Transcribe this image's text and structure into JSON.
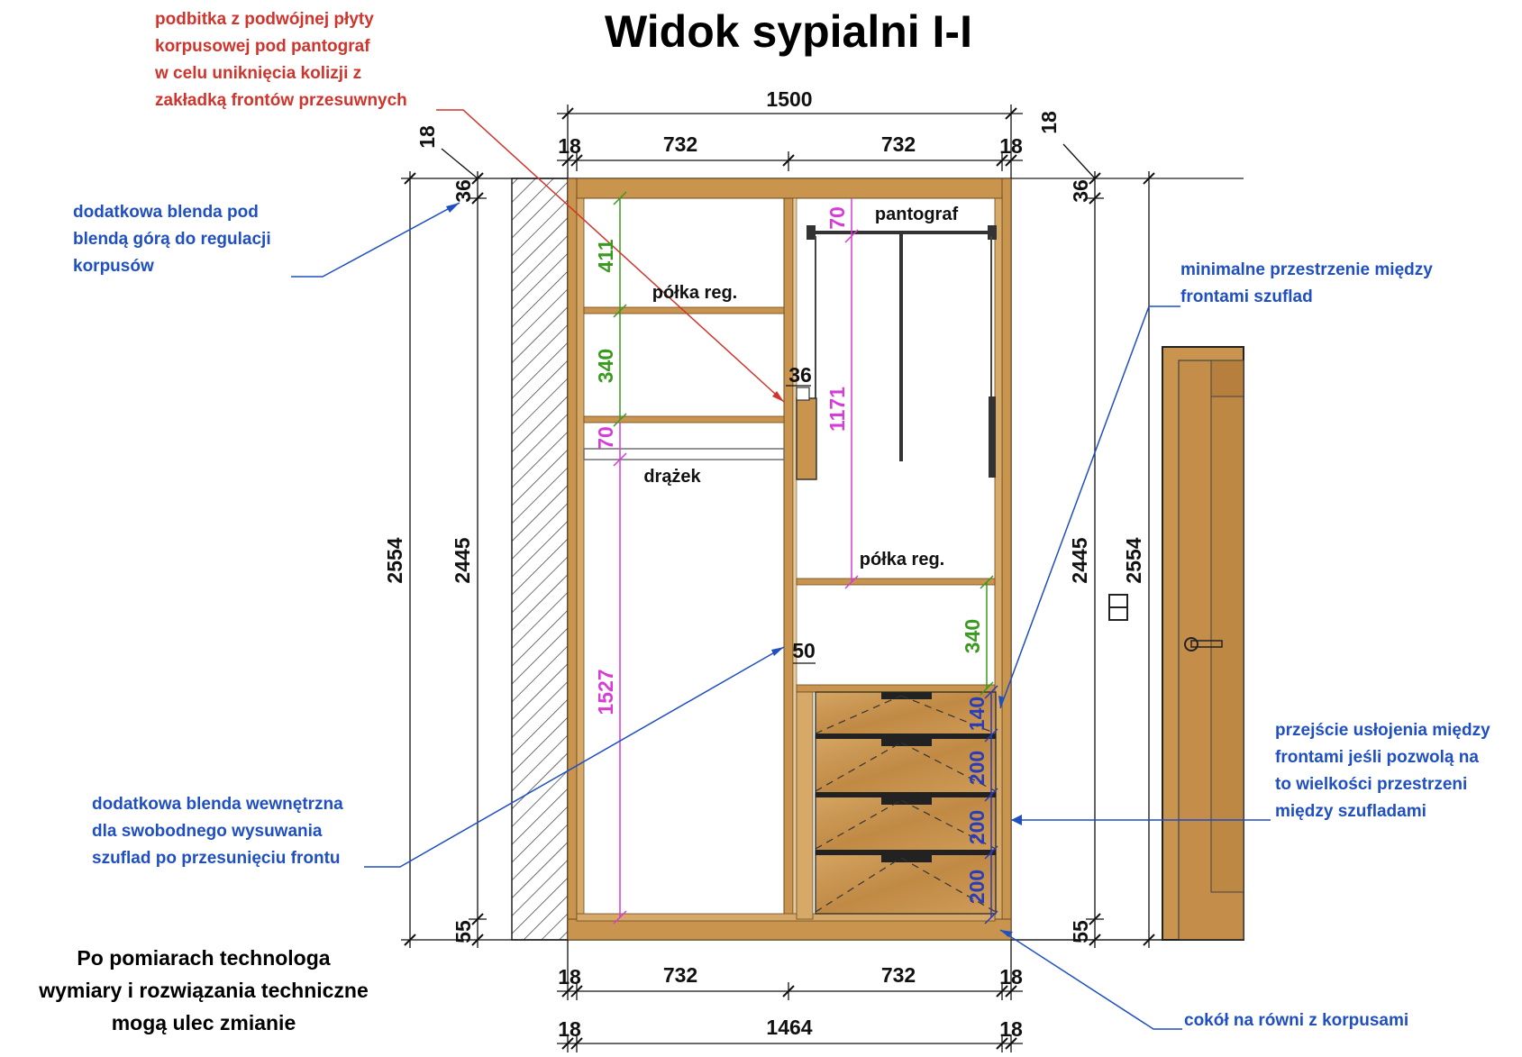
{
  "title": "Widok sypialni I-I",
  "notes": {
    "red_podbitka": [
      "podbitka z podwójnej płyty",
      "korpusowej pod pantograf",
      "w celu uniknięcia kolizji z",
      "zakładką frontów przesuwnych"
    ],
    "blue_blenda_gora": [
      "dodatkowa blenda pod",
      "blendą górą do regulacji",
      "korpusów"
    ],
    "blue_blenda_wew": [
      "dodatkowa blenda wewnętrzna",
      "dla swobodnego wysuwania",
      "szuflad po przesunięciu frontu"
    ],
    "blue_min_przestrzen": [
      "minimalne przestrzenie między",
      "frontami szuflad"
    ],
    "blue_uslojenie": [
      "przejście usłojenia między",
      "frontami jeśli pozwolą na",
      "to wielkości przestrzeni",
      "między szufladami"
    ],
    "blue_cokol": [
      "cokół na równi z korpusami"
    ],
    "black_footer": [
      "Po pomiarach technologa",
      "wymiary i rozwiązania techniczne",
      "mogą ulec zmianie"
    ]
  },
  "labels": {
    "pantograf": "pantograf",
    "polka_reg": "półka reg.",
    "drazek": "drążek"
  },
  "dimensions": {
    "top_total": "1500",
    "top_side": "18",
    "top_section": "732",
    "bottom_side": "18",
    "bottom_section": "732",
    "bottom_inner": "1464",
    "left_total": "2554",
    "left_body": "2445",
    "top_blenda": "36",
    "blenda_thickness": "18",
    "plinth": "55",
    "right_total": "2554",
    "right_body": "2445",
    "shelf_411": "411",
    "shelf_340": "340",
    "rod_70": "70",
    "hang_1527": "1527",
    "pant_70": "70",
    "pant_1171": "1171",
    "right_340": "340",
    "podbitka_36": "36",
    "blenda_50": "50",
    "drawer_140": "140",
    "drawer_200": "200"
  },
  "colors": {
    "wood": "#c8944e",
    "wood_dark": "#a8753a",
    "red": "#d0342c",
    "blue": "#1f4fc0",
    "green": "#3a9a1f",
    "magenta": "#d63cd6"
  }
}
